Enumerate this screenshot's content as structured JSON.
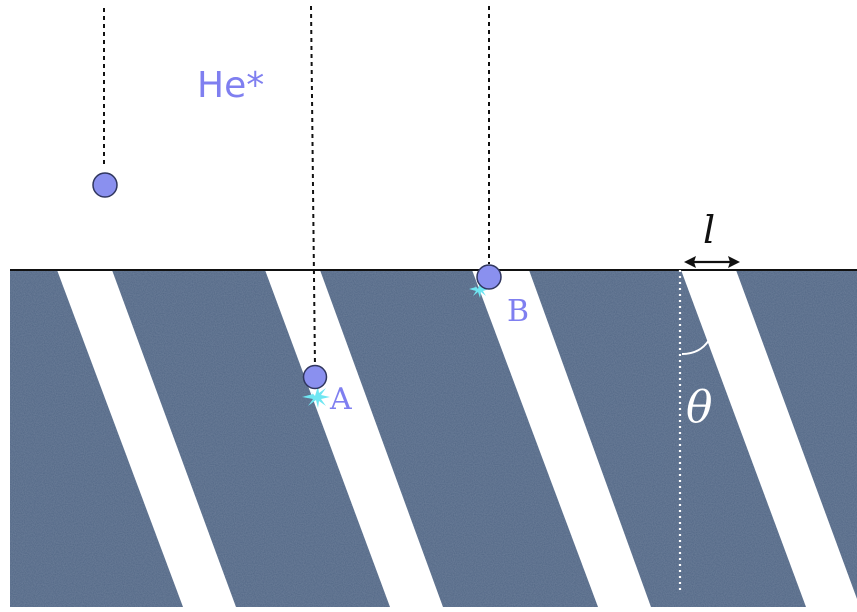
{
  "diagram": {
    "species_label": "He*",
    "point_a_label": "A",
    "point_b_label": "B",
    "width_label": "l",
    "angle_label": "θ"
  },
  "colors": {
    "substrate": "#4f6584",
    "atom_fill": "#8a90ef",
    "atom_stroke": "#30365e",
    "label_color": "#7f7ff0",
    "spark": "#6fe6f2"
  }
}
